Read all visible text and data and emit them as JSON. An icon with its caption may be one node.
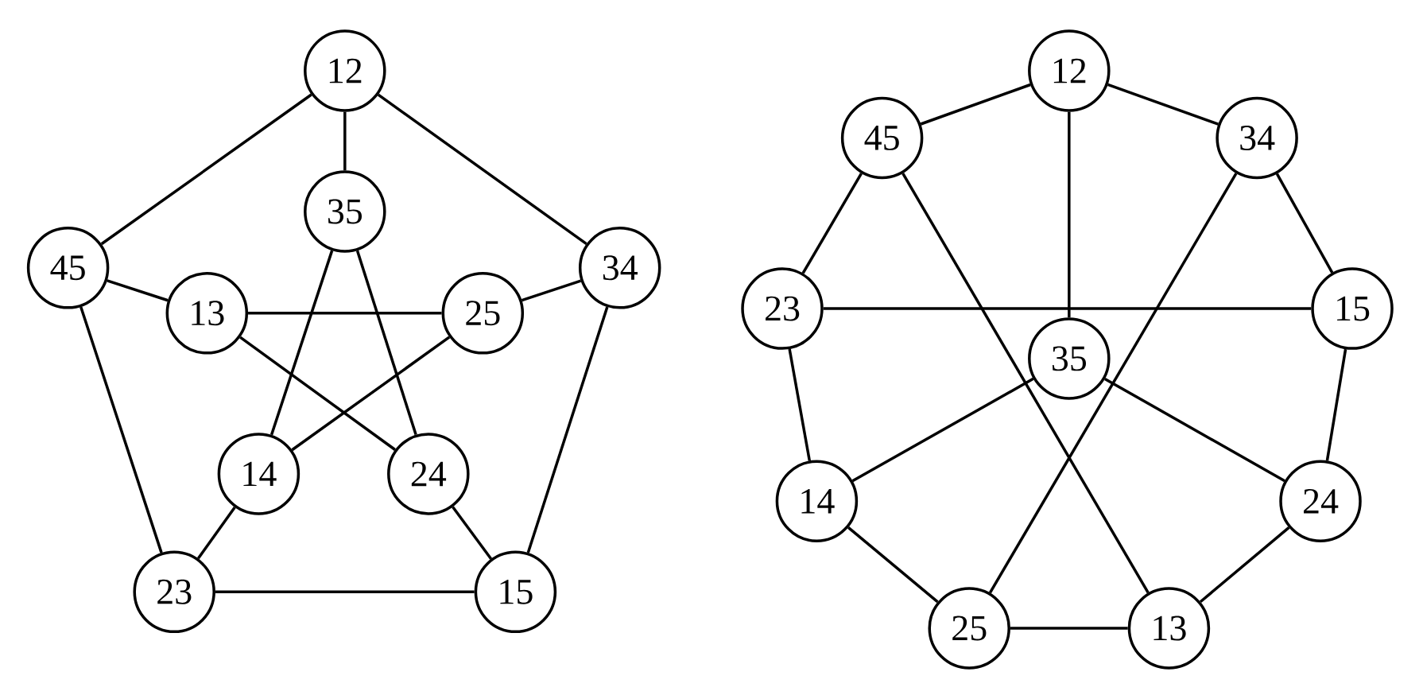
{
  "diagram": {
    "nodes": [
      {
        "text": [
          "12"
        ]
      },
      {
        "text": [
          "35"
        ]
      },
      {
        "text": [
          "45"
        ]
      },
      {
        "text": [
          "13"
        ]
      },
      {
        "text": [
          "25"
        ]
      },
      {
        "text": [
          "34"
        ]
      },
      {
        "text": [
          "14"
        ]
      },
      {
        "text": [
          "24"
        ]
      },
      {
        "text": [
          "23"
        ]
      },
      {
        "text": [
          "15"
        ]
      },
      {
        "text": [
          "12"
        ]
      },
      {
        "text": [
          "45"
        ]
      },
      {
        "text": [
          "34"
        ]
      },
      {
        "text": [
          "23"
        ]
      },
      {
        "text": [
          "15"
        ]
      },
      {
        "text": [
          "35"
        ]
      },
      {
        "text": [
          "14"
        ]
      },
      {
        "text": [
          "24"
        ]
      },
      {
        "text": [
          "25"
        ]
      },
      {
        "text": [
          "13"
        ]
      }
    ],
    "edges": [
      {
        "from": 0,
        "to": 2,
        "arrow": "none"
      },
      {
        "from": 0,
        "to": 1,
        "arrow": "none"
      },
      {
        "from": 0,
        "to": 5,
        "arrow": "none"
      },
      {
        "from": 2,
        "to": 3,
        "arrow": "none"
      },
      {
        "from": 2,
        "to": 8,
        "arrow": "none"
      },
      {
        "from": 5,
        "to": 4,
        "arrow": "none"
      },
      {
        "from": 5,
        "to": 9,
        "arrow": "none"
      },
      {
        "from": 3,
        "to": 4,
        "arrow": "none"
      },
      {
        "from": 3,
        "to": 7,
        "arrow": "none"
      },
      {
        "from": 1,
        "to": 6,
        "arrow": "none"
      },
      {
        "from": 1,
        "to": 7,
        "arrow": "none"
      },
      {
        "from": 4,
        "to": 6,
        "arrow": "none"
      },
      {
        "from": 6,
        "to": 8,
        "arrow": "none"
      },
      {
        "from": 7,
        "to": 9,
        "arrow": "none"
      },
      {
        "from": 8,
        "to": 9,
        "arrow": "none"
      },
      {
        "from": 10,
        "to": 11,
        "arrow": "none"
      },
      {
        "from": 10,
        "to": 12,
        "arrow": "none"
      },
      {
        "from": 10,
        "to": 15,
        "arrow": "none"
      },
      {
        "from": 11,
        "to": 13,
        "arrow": "none"
      },
      {
        "from": 11,
        "to": 19,
        "arrow": "none"
      },
      {
        "from": 12,
        "to": 14,
        "arrow": "none"
      },
      {
        "from": 12,
        "to": 18,
        "arrow": "none"
      },
      {
        "from": 13,
        "to": 14,
        "arrow": "none"
      },
      {
        "from": 13,
        "to": 16,
        "arrow": "none"
      },
      {
        "from": 14,
        "to": 17,
        "arrow": "none"
      },
      {
        "from": 15,
        "to": 16,
        "arrow": "none"
      },
      {
        "from": 15,
        "to": 17,
        "arrow": "none"
      },
      {
        "from": 16,
        "to": 18,
        "arrow": "none"
      },
      {
        "from": 18,
        "to": 19,
        "arrow": "none"
      },
      {
        "from": 19,
        "to": 17,
        "arrow": "none"
      }
    ]
  }
}
